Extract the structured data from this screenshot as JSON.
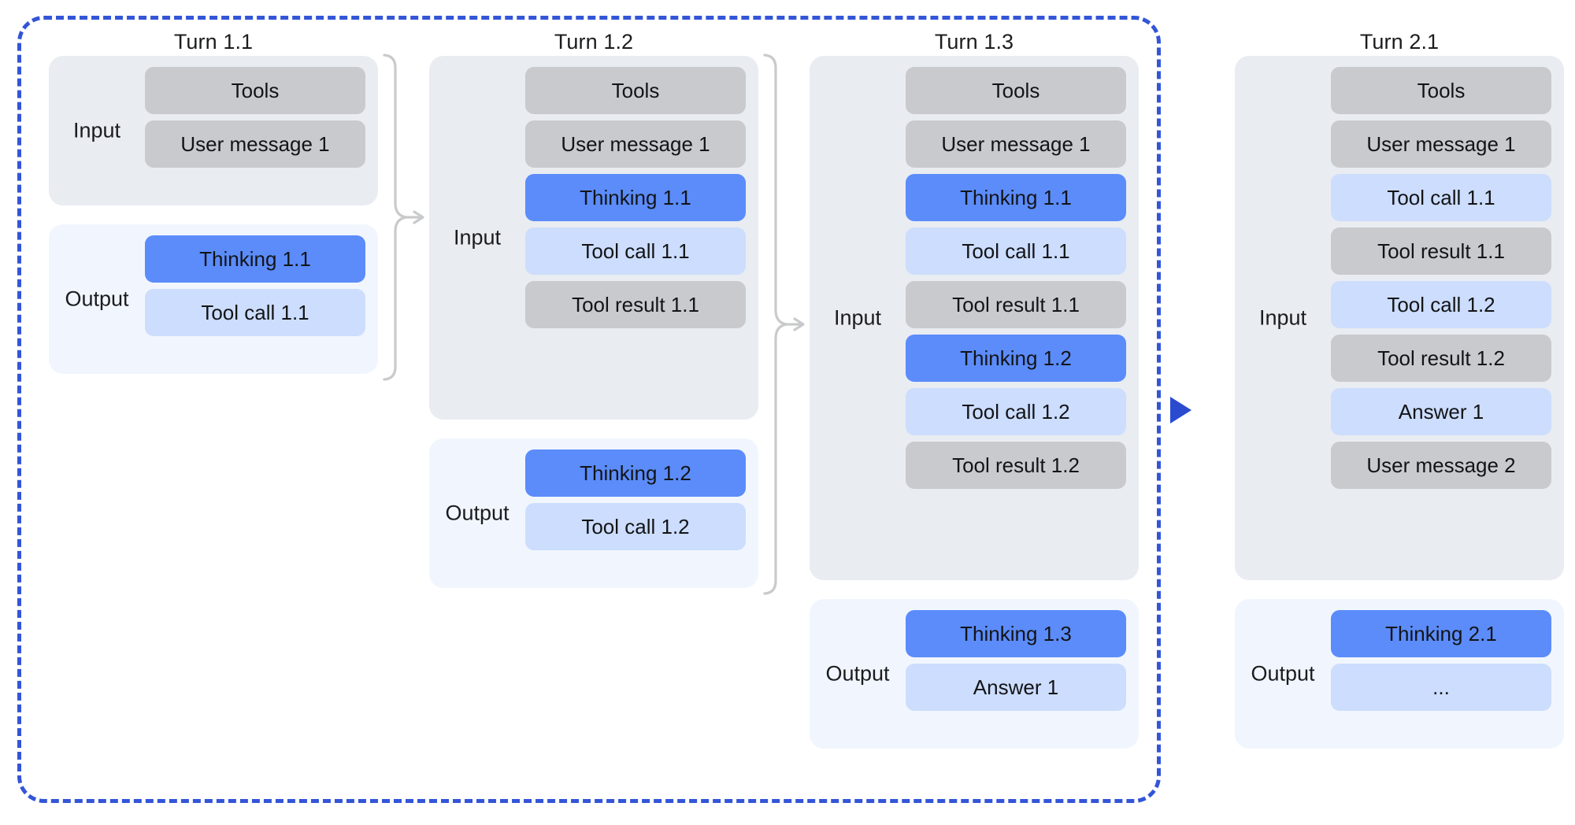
{
  "diagram": {
    "title_hidden": "",
    "session_boundary": {
      "name": "turn-1-session",
      "style": "dashed",
      "color": "#3355d8"
    },
    "legend_colors": {
      "context_gray": "#c8cacd",
      "thinking_blue": "#5b8cfa",
      "assistant_light_blue": "#ccddfd",
      "input_panel": "#e9ecf1",
      "output_panel": "#f1f6fe",
      "session_border": "#3355d8",
      "brace_gray": "#c9cacb"
    },
    "panel_labels": {
      "input": "Input",
      "output": "Output"
    },
    "columns": [
      {
        "title": "Turn 1.1",
        "input": [
          {
            "text": "Tools",
            "kind": "gray"
          },
          {
            "text": "User message 1",
            "kind": "gray"
          }
        ],
        "output": [
          {
            "text": "Thinking 1.1",
            "kind": "think"
          },
          {
            "text": "Tool call 1.1",
            "kind": "light"
          }
        ]
      },
      {
        "title": "Turn 1.2",
        "input": [
          {
            "text": "Tools",
            "kind": "gray"
          },
          {
            "text": "User message 1",
            "kind": "gray"
          },
          {
            "text": "Thinking 1.1",
            "kind": "think"
          },
          {
            "text": "Tool call 1.1",
            "kind": "light"
          },
          {
            "text": "Tool result 1.1",
            "kind": "gray"
          }
        ],
        "output": [
          {
            "text": "Thinking 1.2",
            "kind": "think"
          },
          {
            "text": "Tool call 1.2",
            "kind": "light"
          }
        ]
      },
      {
        "title": "Turn 1.3",
        "input": [
          {
            "text": "Tools",
            "kind": "gray"
          },
          {
            "text": "User message 1",
            "kind": "gray"
          },
          {
            "text": "Thinking 1.1",
            "kind": "think"
          },
          {
            "text": "Tool call 1.1",
            "kind": "light"
          },
          {
            "text": "Tool result 1.1",
            "kind": "gray"
          },
          {
            "text": "Thinking 1.2",
            "kind": "think"
          },
          {
            "text": "Tool call 1.2",
            "kind": "light"
          },
          {
            "text": "Tool result 1.2",
            "kind": "gray"
          }
        ],
        "output": [
          {
            "text": "Thinking 1.3",
            "kind": "think"
          },
          {
            "text": "Answer 1",
            "kind": "light"
          }
        ]
      },
      {
        "title": "Turn 2.1",
        "input": [
          {
            "text": "Tools",
            "kind": "gray"
          },
          {
            "text": "User message 1",
            "kind": "gray"
          },
          {
            "text": "Tool call 1.1",
            "kind": "light"
          },
          {
            "text": "Tool result 1.1",
            "kind": "gray"
          },
          {
            "text": "Tool call 1.2",
            "kind": "light"
          },
          {
            "text": "Tool result 1.2",
            "kind": "gray"
          },
          {
            "text": "Answer 1",
            "kind": "light"
          },
          {
            "text": "User message 2",
            "kind": "gray"
          }
        ],
        "output": [
          {
            "text": "Thinking 2.1",
            "kind": "think"
          },
          {
            "text": "...",
            "kind": "light"
          }
        ]
      }
    ],
    "connectors": [
      {
        "name": "brace-turn-1-1-to-1-2",
        "from": "Turn 1.1",
        "to": "Turn 1.2"
      },
      {
        "name": "brace-turn-1-2-to-1-3",
        "from": "Turn 1.2",
        "to": "Turn 1.3"
      },
      {
        "name": "arrow-session-to-turn-2-1",
        "from": "Turn 1.3",
        "to": "Turn 2.1"
      }
    ]
  }
}
